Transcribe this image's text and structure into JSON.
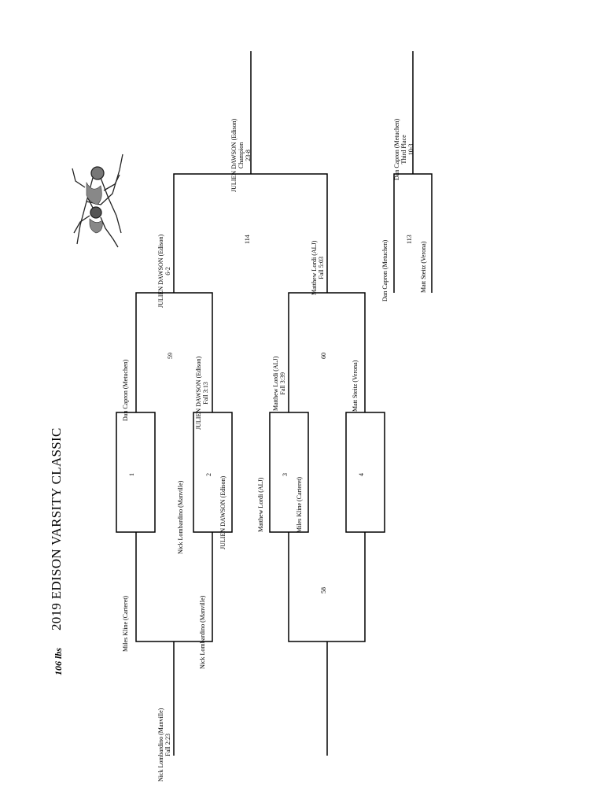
{
  "header": {
    "weight": "106 lbs",
    "title": "2019 EDISON VARSITY CLASSIC"
  },
  "logo": {
    "icon": "wrestlers-illustration-icon"
  },
  "first_round": {
    "bout1": {
      "number": "1",
      "top": "Miles Kline (Carteret)",
      "bottom": "Dan Capron (Metuchen)"
    },
    "bout2": {
      "number": "2",
      "top_name": "Nick Lombardino (Manville)",
      "bottom_name": "JULIEN DAWSON (Edison)"
    },
    "bout3": {
      "number": "3",
      "top_name": "Matthew Lordi (ALJ)",
      "bottom_name": "Miles Kline (Carteret)"
    },
    "bout4": {
      "number": "4"
    }
  },
  "quarters": {
    "bout59": {
      "number": "59",
      "top": "Nick Lombardino (Manville)",
      "bottom": "JULIEN DAWSON (Edison)",
      "bottom_result": "Fall 3:13"
    },
    "bout60": {
      "number": "60",
      "top": "Matthew Lordi (ALJ)",
      "top_result": "Fall 3:39",
      "bottom": "Matt Steitz (Verona)"
    },
    "bout58": {
      "number": "58"
    }
  },
  "consolation": {
    "winner": "Nick Lombardino (Manville)",
    "result": "Fall 2:23"
  },
  "semis": {
    "bout114": {
      "number": "114",
      "top": "JULIEN DAWSON (Edison)",
      "top_result": "6-2",
      "bottom": "Matthew Lordi (ALJ)",
      "bottom_result": "Fall 5:03"
    }
  },
  "final": {
    "champion_name": "JULIEN DAWSON (Edison)",
    "champion_label": "Champion",
    "champion_score": "23-8"
  },
  "third_place": {
    "number": "113",
    "top": "Dan Capron (Metuchen)",
    "bottom": "Matt Steitz (Verona)",
    "winner_name": "Dan Capron (Metuchen)",
    "winner_label": "Third Place",
    "winner_score": "10-3"
  }
}
